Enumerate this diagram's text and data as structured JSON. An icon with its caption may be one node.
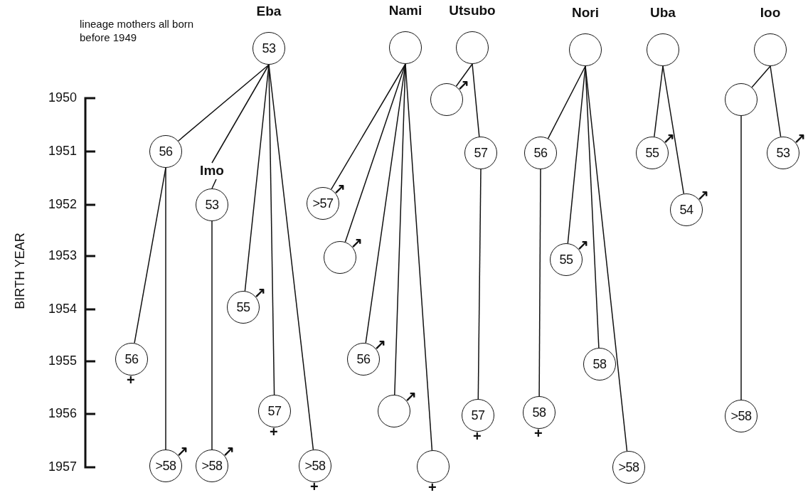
{
  "diagram": {
    "nodes": [
      {
        "text": [
          "Eba",
          "53"
        ]
      },
      {
        "text": [
          "56"
        ]
      },
      {
        "text": [
          "56"
        ],
        "beside": [
          "+"
        ]
      },
      {
        "text": [
          ">58"
        ],
        "beside": [
          "↗"
        ]
      },
      {
        "text": [
          "Imo",
          "53"
        ]
      },
      {
        "text": [
          ">58"
        ],
        "beside": [
          "↗"
        ]
      },
      {
        "text": [
          "55"
        ],
        "beside": [
          "↗"
        ]
      },
      {
        "text": [
          "57"
        ],
        "beside": [
          "+"
        ]
      },
      {
        "text": [
          ">58"
        ],
        "beside": [
          "+"
        ]
      },
      {
        "text": [
          "Nami"
        ]
      },
      {
        "text": [
          ">57"
        ],
        "beside": [
          "↗"
        ]
      },
      {
        "text": [],
        "shape": "circle",
        "beside": [
          "↗"
        ]
      },
      {
        "text": [
          "56"
        ],
        "beside": [
          "↗"
        ]
      },
      {
        "text": [],
        "shape": "circle",
        "beside": [
          "↗"
        ]
      },
      {
        "text": [],
        "shape": "circle",
        "beside": [
          "+"
        ]
      },
      {
        "text": [
          "Utsubo"
        ]
      },
      {
        "text": [],
        "shape": "circle",
        "beside": [
          "↗"
        ]
      },
      {
        "text": [
          "57"
        ]
      },
      {
        "text": [
          "57"
        ],
        "beside": [
          "+"
        ]
      },
      {
        "text": [
          "Nori"
        ]
      },
      {
        "text": [
          "56"
        ]
      },
      {
        "text": [
          "58"
        ],
        "beside": [
          "+"
        ]
      },
      {
        "text": [
          "55"
        ],
        "beside": [
          "↗"
        ]
      },
      {
        "text": [
          "58"
        ]
      },
      {
        "text": [
          ">58"
        ]
      },
      {
        "text": [
          "Uba"
        ]
      },
      {
        "text": [
          "55"
        ],
        "beside": [
          "↗"
        ]
      },
      {
        "text": [
          "54"
        ],
        "beside": [
          "↗"
        ]
      },
      {
        "text": [
          "Ioo"
        ]
      },
      {
        "text": [],
        "shape": "circle"
      },
      {
        "text": [
          ">58"
        ]
      },
      {
        "text": [
          "53"
        ],
        "beside": [
          "↗"
        ]
      }
    ],
    "edges": [
      {
        "from": 0,
        "to": 1,
        "arrow": "none"
      },
      {
        "from": 1,
        "to": 2,
        "arrow": "none"
      },
      {
        "from": 1,
        "to": 3,
        "arrow": "none"
      },
      {
        "from": 0,
        "to": 4,
        "arrow": "none"
      },
      {
        "from": 4,
        "to": 5,
        "arrow": "none"
      },
      {
        "from": 0,
        "to": 6,
        "arrow": "none"
      },
      {
        "from": 0,
        "to": 7,
        "arrow": "none"
      },
      {
        "from": 0,
        "to": 8,
        "arrow": "none"
      },
      {
        "from": 9,
        "to": 10,
        "arrow": "none"
      },
      {
        "from": 9,
        "to": 11,
        "arrow": "none"
      },
      {
        "from": 9,
        "to": 12,
        "arrow": "none"
      },
      {
        "from": 9,
        "to": 13,
        "arrow": "none"
      },
      {
        "from": 9,
        "to": 14,
        "arrow": "none"
      },
      {
        "from": 15,
        "to": 16,
        "arrow": "none"
      },
      {
        "from": 15,
        "to": 17,
        "arrow": "none"
      },
      {
        "from": 17,
        "to": 18,
        "arrow": "none"
      },
      {
        "from": 19,
        "to": 20,
        "arrow": "none"
      },
      {
        "from": 20,
        "to": 21,
        "arrow": "none"
      },
      {
        "from": 19,
        "to": 22,
        "arrow": "none"
      },
      {
        "from": 19,
        "to": 23,
        "arrow": "none"
      },
      {
        "from": 19,
        "to": 24,
        "arrow": "none"
      },
      {
        "from": 25,
        "to": 26,
        "arrow": "none"
      },
      {
        "from": 25,
        "to": 27,
        "arrow": "none"
      },
      {
        "from": 28,
        "to": 29,
        "arrow": "none"
      },
      {
        "from": 29,
        "to": 30,
        "arrow": "none"
      },
      {
        "from": 28,
        "to": 31,
        "arrow": "none"
      }
    ],
    "labels": [
      "lineage mothers all born before 1949",
      "1950",
      "1951",
      "1952",
      "1953",
      "1954",
      "1955",
      "1956",
      "1957",
      "BIRTH YEAR"
    ]
  }
}
